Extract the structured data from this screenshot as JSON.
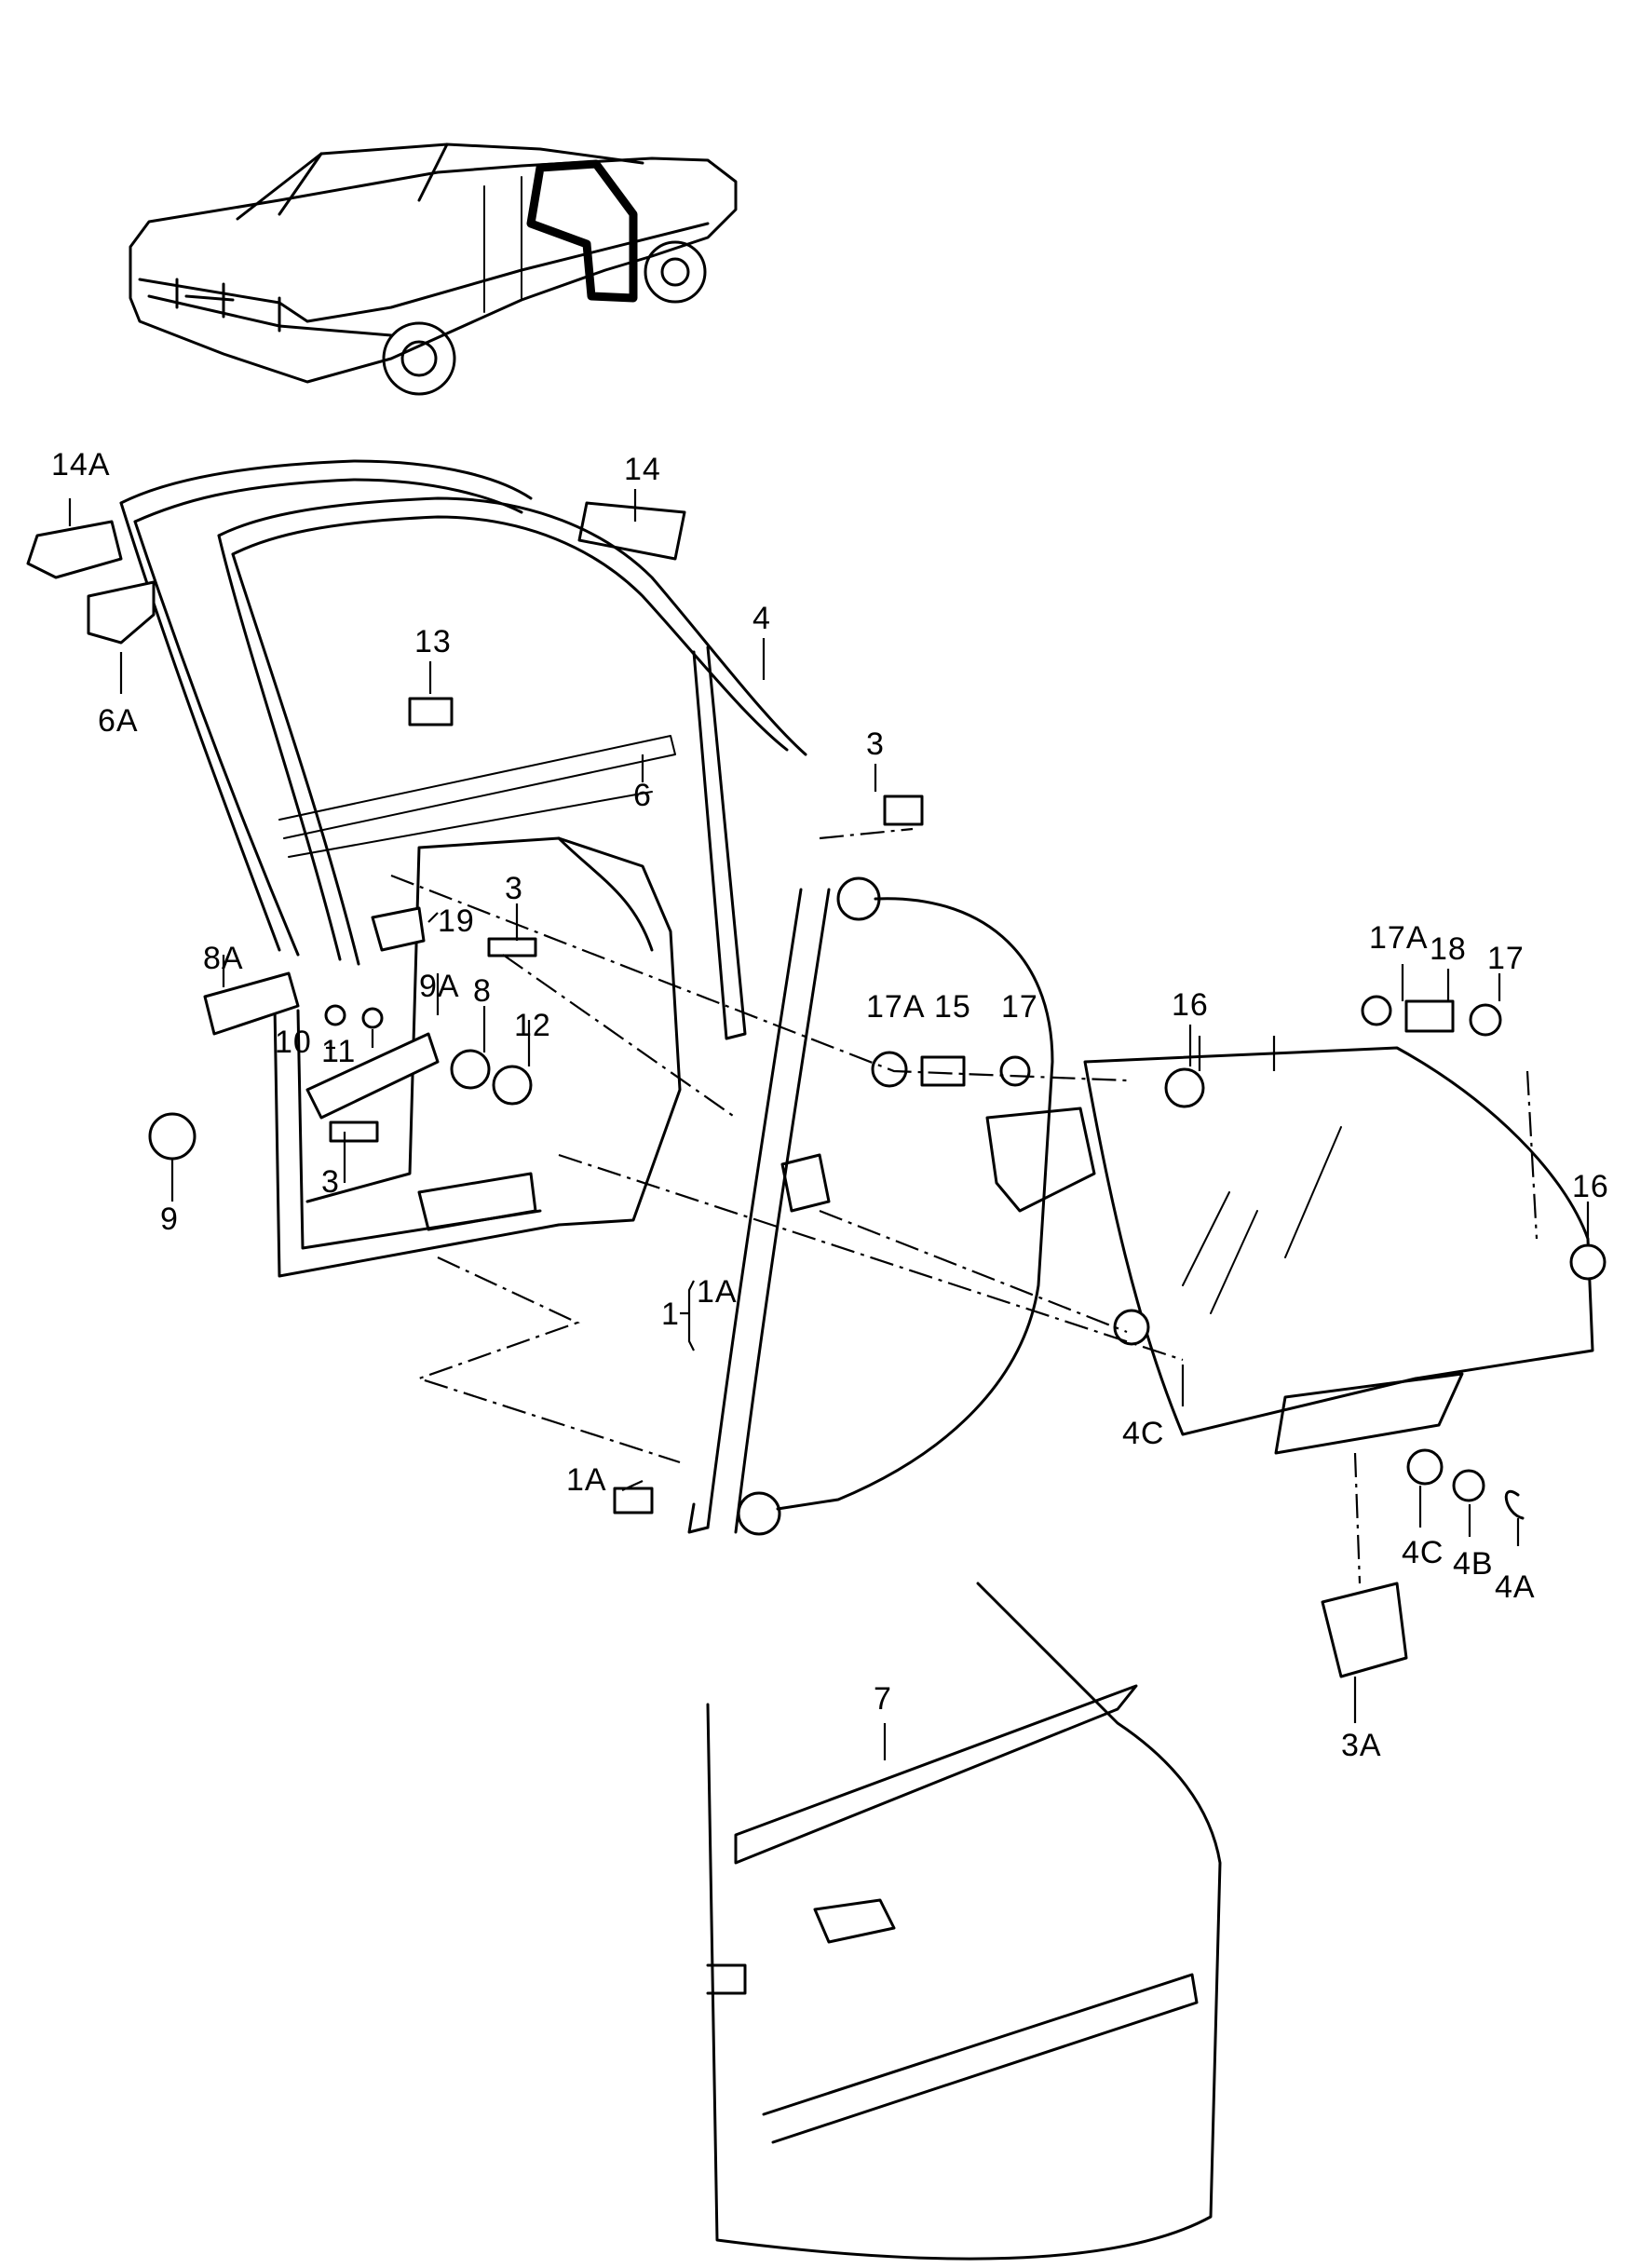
{
  "diagram": {
    "callouts": {
      "c14A": "14A",
      "c14": "14",
      "c6A": "6A",
      "c13": "13",
      "c4": "4",
      "c6": "6",
      "c3_top": "3",
      "c19": "19",
      "c3_mid": "3",
      "c8A": "8A",
      "c9A": "9A",
      "c8": "8",
      "c10": "10",
      "c11": "11",
      "c12": "12",
      "c3_low": "3",
      "c9": "9",
      "c1": "1",
      "c1A_bracket": "1A",
      "c1A": "1A",
      "c17A_mid": "17A",
      "c15": "15",
      "c17_mid": "17",
      "c16_top": "16",
      "c17A_right": "17A",
      "c18": "18",
      "c17_right": "17",
      "c16_right": "16",
      "c4C_top": "4C",
      "c4C_low": "4C",
      "c4B": "4B",
      "c4A": "4A",
      "c3A": "3A",
      "c7": "7"
    }
  }
}
